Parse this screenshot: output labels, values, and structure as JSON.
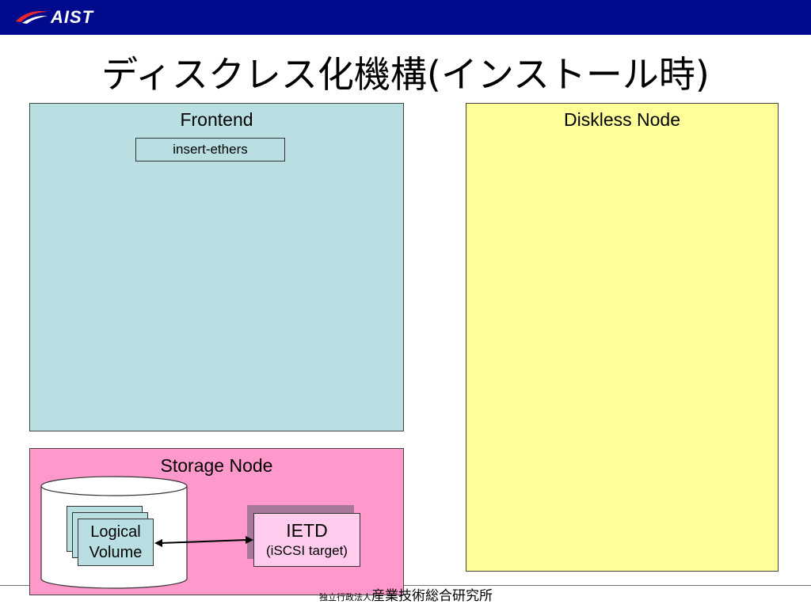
{
  "header": {
    "logo_text": "AIST",
    "colors": {
      "bar": "#000a8c",
      "logo_swoosh": "#e8262b"
    }
  },
  "title": "ディスクレス化機構(インストール時)",
  "frontend": {
    "label": "Frontend",
    "color": "#badfe3",
    "component": "insert-ethers"
  },
  "diskless_node": {
    "label": "Diskless Node",
    "color": "#ffff99"
  },
  "storage_node": {
    "label": "Storage Node",
    "color": "#ff99cc",
    "logical_volume": {
      "line1": "Logical",
      "line2": "Volume"
    },
    "ietd": {
      "line1": "IETD",
      "line2": "(iSCSI target)"
    }
  },
  "footer": {
    "small_text": "独立行政法人",
    "text": "産業技術総合研究所"
  }
}
